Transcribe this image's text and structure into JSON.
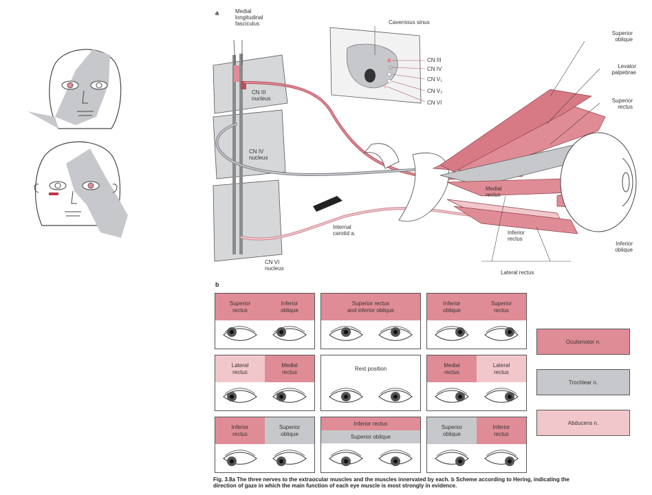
{
  "panel_a": {
    "letter": "a",
    "labels": {
      "medial_longitudinal_fasciculus": [
        "Medial",
        "longitudinal",
        "fasciculus"
      ],
      "cavernous_sinus": "Cavernous sinus",
      "cn3": "CN III",
      "cn4": "CN IV",
      "cnv1": "CN V₁",
      "cnv2": "CN V₂",
      "cn6": "CN VI",
      "cn3_nucleus": [
        "CN III",
        "nucleus"
      ],
      "cn4_nucleus": [
        "CN IV",
        "nucleus"
      ],
      "cn6_nucleus": [
        "CN VI",
        "nucleus"
      ],
      "internal_carotid": [
        "Internal",
        "carotid a."
      ],
      "superior_oblique": [
        "Superior",
        "oblique"
      ],
      "levator": [
        "Levator",
        "palpebrae"
      ],
      "superior_rectus": [
        "Superior",
        "rectus"
      ],
      "medial_rectus": [
        "Medial",
        "rectus"
      ],
      "inferior_rectus": [
        "Inferior",
        "rectus"
      ],
      "inferior_oblique": [
        "Inferior",
        "oblique"
      ],
      "lateral_rectus": "Lateral rectus"
    }
  },
  "panel_b": {
    "letter": "b",
    "grid": [
      {
        "headers": [
          {
            "text": "Superior\nrectus",
            "fill": "pink"
          },
          {
            "text": "Inferior\noblique",
            "fill": "pink"
          }
        ]
      },
      {
        "headers": [
          {
            "text": "Superior rectus\nand inferior oblique",
            "fill": "pink"
          }
        ]
      },
      {
        "headers": [
          {
            "text": "Inferior\noblique",
            "fill": "pink"
          },
          {
            "text": "Superior\nrectus",
            "fill": "pink"
          }
        ]
      },
      {
        "headers": [
          {
            "text": "Lateral\nrectus",
            "fill": "lpink"
          },
          {
            "text": "Medial\nrectus",
            "fill": "pink"
          }
        ]
      },
      {
        "headers": [
          {
            "text": "Rest position",
            "fill": "none"
          }
        ]
      },
      {
        "headers": [
          {
            "text": "Medial\nrectus",
            "fill": "pink"
          },
          {
            "text": "Lateral\nrectus",
            "fill": "lpink"
          }
        ]
      },
      {
        "headers": [
          {
            "text": "Inferior\nrectus",
            "fill": "pink"
          },
          {
            "text": "Superior\noblique",
            "fill": "gray"
          }
        ]
      },
      {
        "headers": [
          {
            "text": "Inferior rectus",
            "fill": "pink"
          },
          {
            "text": "Superior oblique",
            "fill": "gray"
          }
        ],
        "stacked": true
      },
      {
        "headers": [
          {
            "text": "Superior\noblique",
            "fill": "gray"
          },
          {
            "text": "Inferior\nrectus",
            "fill": "pink"
          }
        ]
      }
    ],
    "legend": [
      {
        "label": "Oculomotor n.",
        "color": "#e08c96"
      },
      {
        "label": "Trochlear n.",
        "color": "#c7c8cb"
      },
      {
        "label": "Abducens n.",
        "color": "#f2c7cc"
      }
    ]
  },
  "caption": {
    "line1": "Fig. 3.8a  The three nerves to the extraocular muscles and the muscles innervated by each. b Scheme according to Hering, indicating the",
    "line2": "direction of gaze in which the main function of each eye muscle is most strongly in evidence."
  },
  "colors": {
    "oculomotor": "#e08c96",
    "trochlear": "#c7c8cb",
    "abducens": "#f2c7cc",
    "nerve_red": "#b5505b",
    "nerve_gray": "#7d7f83"
  }
}
